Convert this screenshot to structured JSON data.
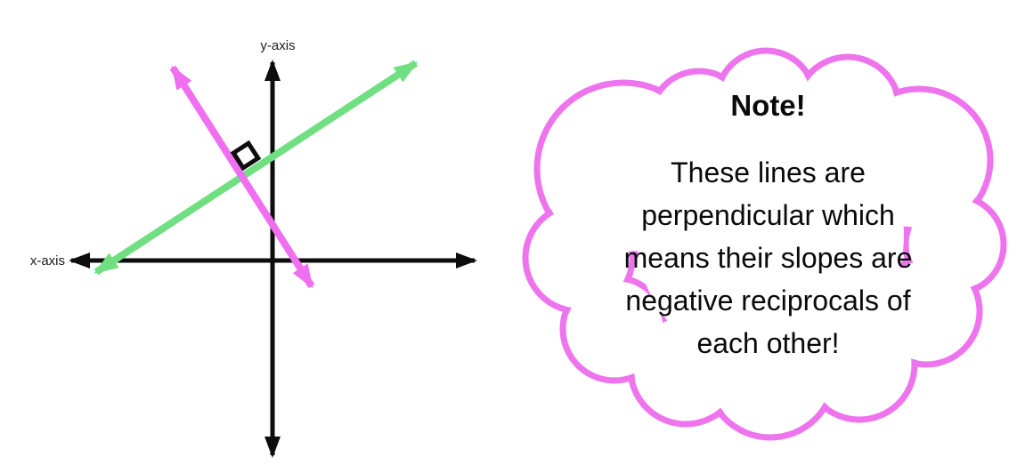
{
  "diagram": {
    "y_axis_label": "y-axis",
    "x_axis_label": "x-axis",
    "axis_color": "#0d0d0d",
    "green_line_color": "#6fdf82",
    "magenta_line_color": "#f06ff0",
    "right_angle_marker_color": "#0d0d0d"
  },
  "note_bubble": {
    "outline_color": "#ee74ee",
    "title": "Note!",
    "body_lines": [
      "These lines are",
      "perpendicular which",
      "means their slopes are",
      "negative reciprocals of",
      "each other!"
    ]
  }
}
